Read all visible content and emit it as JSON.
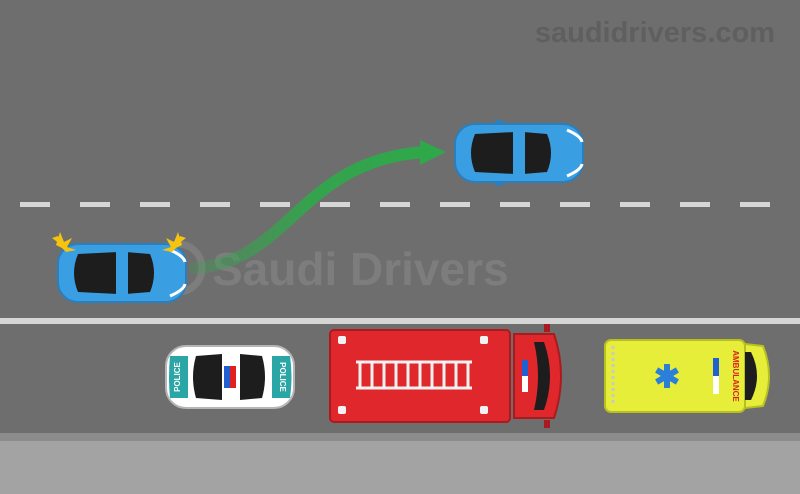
{
  "watermark": {
    "site": "saudidrivers.com",
    "brand": "Saudi Drivers"
  },
  "vehicles": {
    "police_car": {
      "side_text": "POLICE"
    },
    "ambulance": {
      "side_text": "AMBULANCE"
    }
  },
  "icons": {
    "arrow": "curved-arrow-icon",
    "hazard": "hazard-flash-icon",
    "star_of_life": "star-of-life-icon"
  },
  "colors": {
    "road": "#6e6e6e",
    "sidewalk": "#a3a3a3",
    "lane_marking": "#d6d6d6",
    "arrow": "#2fa84a",
    "car_body": "#3a9fe2",
    "fire_truck": "#e0272b",
    "ambulance": "#e6ee3a",
    "police_stripe": "#2aa6a6",
    "hazard": "#f6c40f"
  }
}
